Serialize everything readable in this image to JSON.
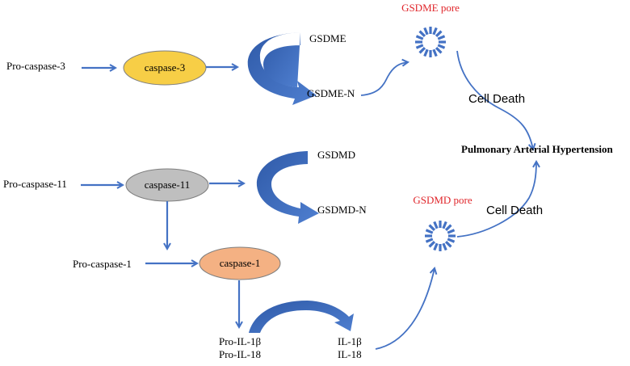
{
  "diagram": {
    "title": "Pulmonary Arterial Hypertension",
    "colors": {
      "arrow": "#4472c4",
      "caspase3_fill": "#f7ce46",
      "caspase11_fill": "#bfbfbf",
      "caspase1_fill": "#f4b183",
      "pore_label": "#e0262b"
    },
    "nodes": {
      "pro_caspase_3": "Pro-caspase-3",
      "caspase_3": "caspase-3",
      "gsdme": "GSDME",
      "gsdme_n": "GSDME-N",
      "gsdme_pore": "GSDME pore",
      "pro_caspase_11": "Pro-caspase-11",
      "caspase_11": "caspase-11",
      "gsdmd": "GSDMD",
      "gsdmd_n": "GSDMD-N",
      "gsdmd_pore": "GSDMD pore",
      "pro_caspase_1": "Pro-caspase-1",
      "caspase_1": "caspase-1",
      "pro_il_1b": "Pro-IL-1β",
      "pro_il_18": "Pro-IL-18",
      "il_1b": "IL-1β",
      "il_18": "IL-18",
      "pah": "Pulmonary Arterial Hypertension"
    },
    "edge_labels": {
      "cell_death_top": "Cell Death",
      "cell_death_bottom": "Cell Death"
    },
    "edges": [
      {
        "from": "Pro-caspase-3",
        "to": "caspase-3"
      },
      {
        "from": "caspase-3",
        "to": "GSDME cleavage"
      },
      {
        "from": "GSDME",
        "to": "GSDME-N"
      },
      {
        "from": "GSDME-N",
        "to": "GSDME pore"
      },
      {
        "from": "GSDME pore",
        "to": "Pulmonary Arterial Hypertension",
        "label": "Cell Death"
      },
      {
        "from": "Pro-caspase-11",
        "to": "caspase-11"
      },
      {
        "from": "caspase-11",
        "to": "GSDMD cleavage"
      },
      {
        "from": "GSDMD",
        "to": "GSDMD-N"
      },
      {
        "from": "caspase-11",
        "to": "Pro-caspase-1 activation"
      },
      {
        "from": "Pro-caspase-1",
        "to": "caspase-1"
      },
      {
        "from": "caspase-1",
        "to": "Pro-IL-1β / Pro-IL-18"
      },
      {
        "from": "Pro-IL-1β / Pro-IL-18",
        "to": "IL-1β / IL-18"
      },
      {
        "from": "IL-1β / IL-18",
        "to": "GSDMD pore"
      },
      {
        "from": "GSDMD pore",
        "to": "Pulmonary Arterial Hypertension",
        "label": "Cell Death"
      }
    ]
  }
}
